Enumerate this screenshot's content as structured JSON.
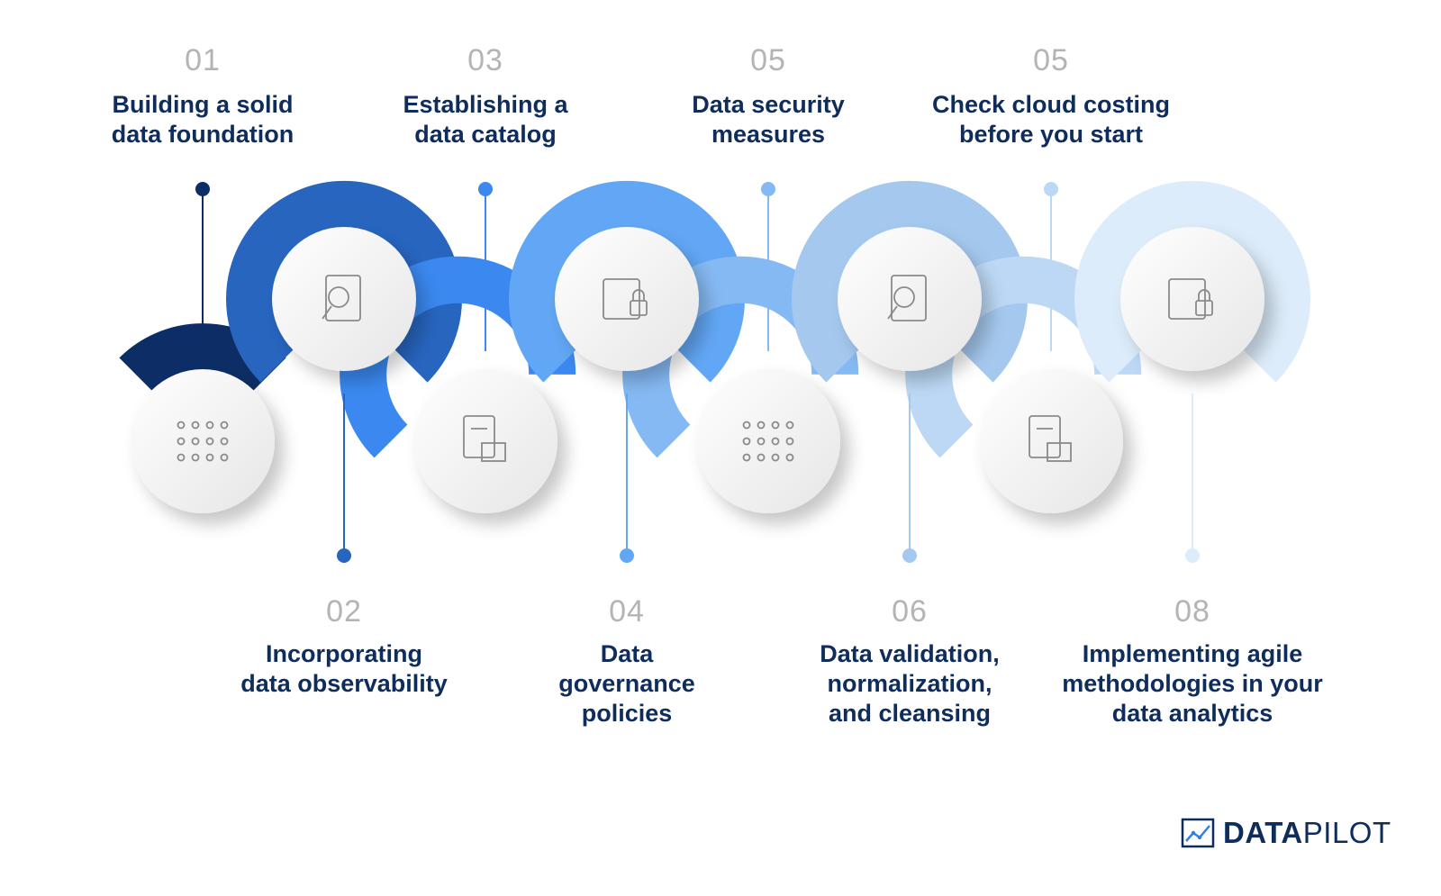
{
  "steps": [
    {
      "number": "01",
      "title_lines": [
        "Building a solid",
        "data foundation"
      ],
      "icon": "network-nodes-icon",
      "color": "#0d2d66"
    },
    {
      "number": "02",
      "title_lines": [
        "Incorporating",
        "data observability"
      ],
      "icon": "eye-magnifier-document-icon",
      "color": "#2765bf"
    },
    {
      "number": "03",
      "title_lines": [
        "Establishing a",
        "data catalog"
      ],
      "icon": "catalog-boxes-icon",
      "color": "#3a88f0"
    },
    {
      "number": "04",
      "title_lines": [
        "Data",
        "governance",
        "policies"
      ],
      "icon": "document-shield-icon",
      "color": "#62a7f5"
    },
    {
      "number": "05",
      "title_lines": [
        "Data security",
        "measures"
      ],
      "icon": "checklist-lock-icon",
      "color": "#85b9f3"
    },
    {
      "number": "06",
      "title_lines": [
        "Data validation,",
        "normalization,",
        "and cleansing"
      ],
      "icon": "certificate-stamp-icon",
      "color": "#a5c8ee"
    },
    {
      "number": "05",
      "title_lines": [
        "Check cloud costing",
        "before you start"
      ],
      "icon": "cloud-cost-icon",
      "color": "#bcd8f5"
    },
    {
      "number": "08",
      "title_lines": [
        "Implementing agile",
        "methodologies in your",
        "data analytics"
      ],
      "icon": "agile-gear-cycle-icon",
      "color": "#dcecfa"
    }
  ],
  "brand": {
    "name_bold": "DATA",
    "name_light": "PILOT",
    "color": "#0f2d5c"
  }
}
